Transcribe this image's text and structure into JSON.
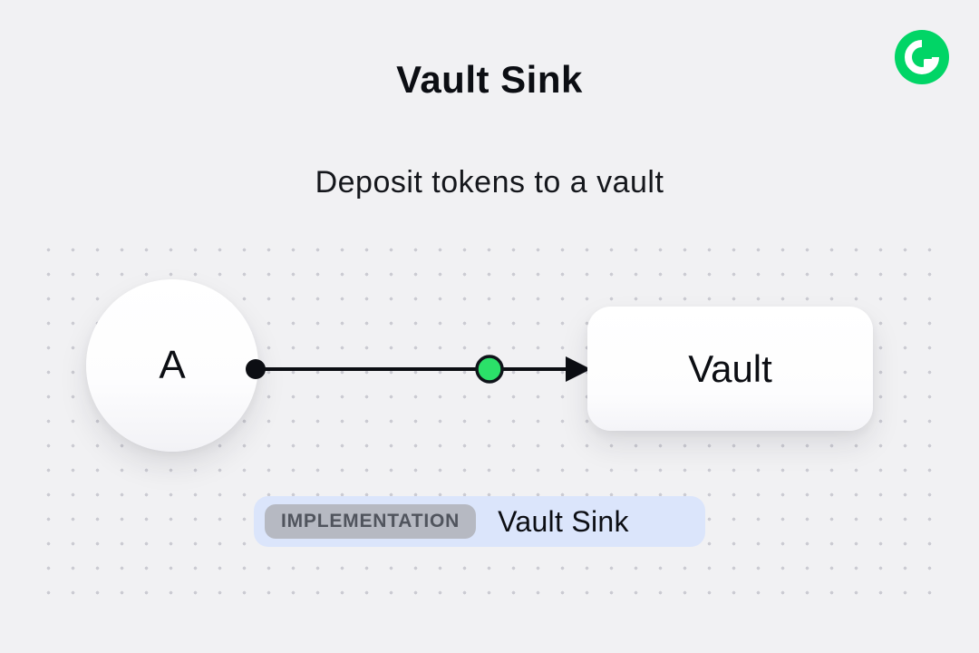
{
  "header": {
    "title": "Vault Sink",
    "subtitle": "Deposit tokens to a vault"
  },
  "brand": {
    "logo_name": "superfluid-logo",
    "logo_color": "#01D566"
  },
  "diagram": {
    "source_node": {
      "label": "A"
    },
    "target_node": {
      "label": "Vault"
    },
    "connector": {
      "line_color": "#0c0e13",
      "mid_node_color": "#2BE169",
      "mid_node_stroke": "#10141a"
    }
  },
  "caption": {
    "badge": "IMPLEMENTATION",
    "label": "Vault Sink",
    "pill_background": "#DBE5FB",
    "badge_background": "#B6B9C2"
  }
}
